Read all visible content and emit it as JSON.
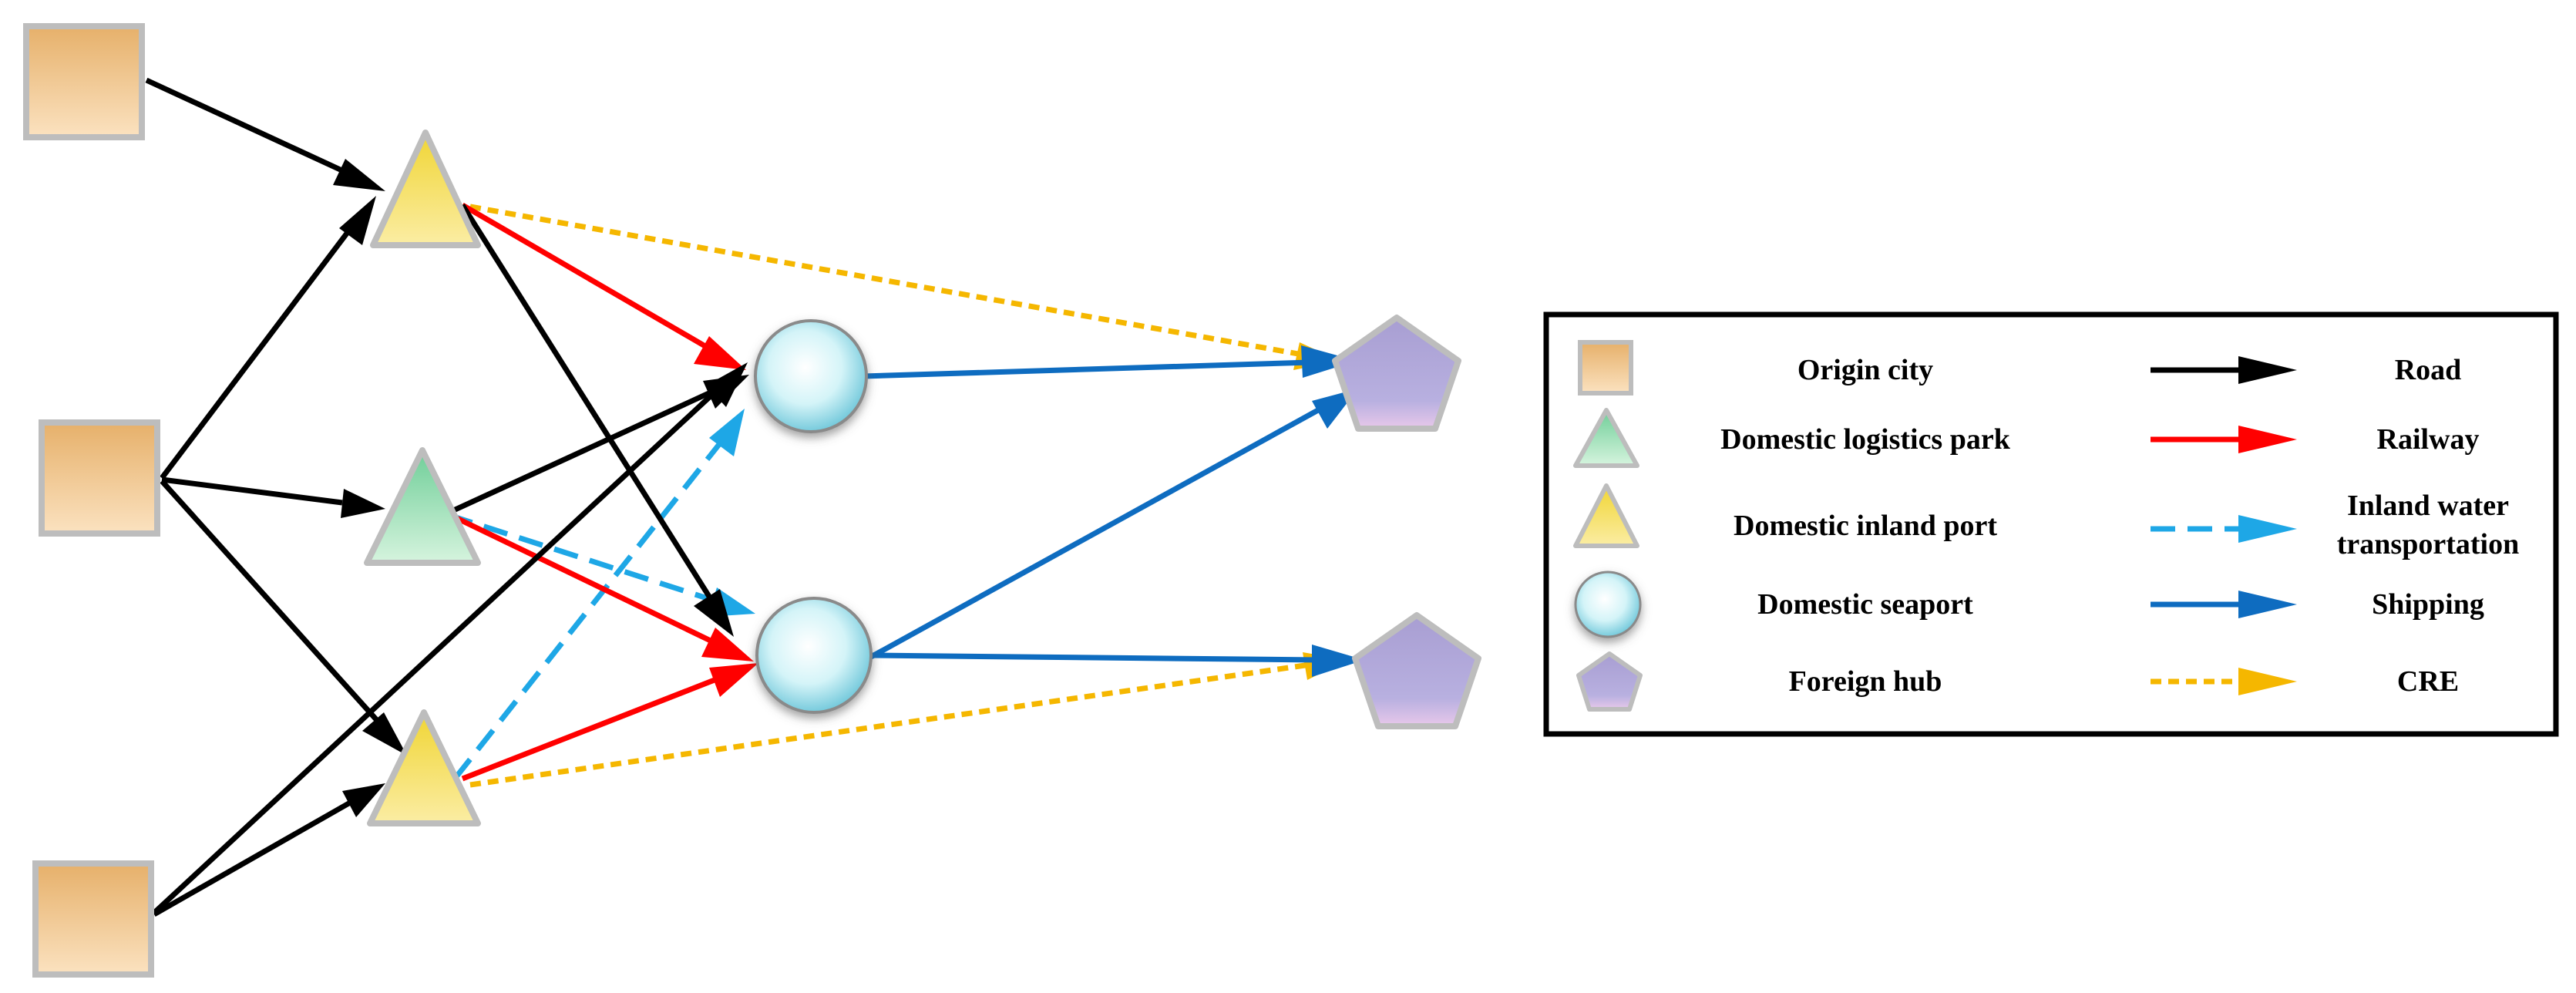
{
  "legend": {
    "node_types": [
      {
        "label": "Origin city",
        "icon": "origin-city-square-icon"
      },
      {
        "label": "Domestic logistics park",
        "icon": "logistics-park-triangle-icon"
      },
      {
        "label": "Domestic inland port",
        "icon": "inland-port-triangle-icon"
      },
      {
        "label": "Domestic seaport",
        "icon": "seaport-sphere-icon"
      },
      {
        "label": "Foreign hub",
        "icon": "foreign-hub-pentagon-icon"
      }
    ],
    "edge_types": [
      {
        "label_lines": [
          "Road"
        ],
        "color": "#000000",
        "style": "solid"
      },
      {
        "label_lines": [
          "Railway"
        ],
        "color": "#ff0000",
        "style": "solid"
      },
      {
        "label_lines": [
          "Inland water",
          "transportation"
        ],
        "color": "#1ea7e6",
        "style": "dashed"
      },
      {
        "label_lines": [
          "Shipping"
        ],
        "color": "#0e6cc0",
        "style": "solid"
      },
      {
        "label_lines": [
          "CRE"
        ],
        "color": "#f5b700",
        "style": "dotted"
      }
    ]
  },
  "colors": {
    "origin_fill_top": "#e6b06a",
    "origin_fill_bottom": "#fbe2c0",
    "inland_port_top": "#f0d534",
    "inland_port_bottom": "#fbeda4",
    "logistics_park_top": "#6fce98",
    "logistics_park_bottom": "#d6f4de",
    "seaport_center": "#ffffff",
    "seaport_edge": "#6fc7da",
    "foreign_hub_top": "#a89ed2",
    "foreign_hub_bottom": "#e8c8ea",
    "node_border": "#bdbdbd"
  }
}
